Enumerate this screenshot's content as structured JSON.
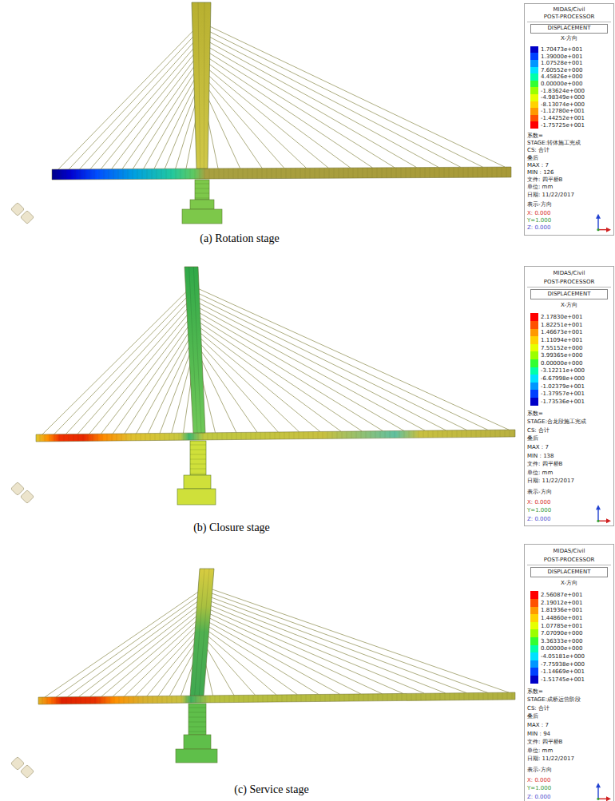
{
  "diagram": {
    "nodes": [
      {
        "text": [
          "MIDAS/Civil",
          "POST-PROCESSOR",
          "DISPLACEMENT",
          "X-方向",
          "系数=",
          "STAGE:转体施工完成",
          "CS: 合计",
          "叠后",
          "MAX : 7",
          "MIN : 126",
          "文件: 四平桥B",
          "单位: mm",
          "日期: 11/22/2017",
          "表示-方向",
          "X: 0.000",
          "Y=1.000",
          "Z: 0.000"
        ]
      },
      {
        "text": [
          "MIDAS/Civil",
          "POST-PROCESSOR",
          "DISPLACEMENT",
          "X-方向",
          "系数=",
          "STAGE:合龙段施工完成",
          "CS: 合计",
          "叠后",
          "MAX : 7",
          "MIN : 138",
          "文件: 四平桥B",
          "单位: mm",
          "日期: 11/22/2017",
          "表示-方向",
          "X: 0.000",
          "Y=1.000",
          "Z: 0.000"
        ]
      },
      {
        "text": [
          "MIDAS/Civil",
          "POST-PROCESSOR",
          "DISPLACEMENT",
          "X-方向",
          "系数=",
          "STAGE:成桥运营阶段",
          "CS: 合计",
          "叠后",
          "MAX : 7",
          "MIN : 94",
          "文件: 四平桥B",
          "单位: mm",
          "日期: 11/22/2017",
          "表示-方向",
          "X: 0.000",
          "Y=1.000",
          "Z: 0.000"
        ]
      }
    ],
    "labels": [
      "(a) Rotation stage",
      "(b) Closure stage",
      "(c) Service stage"
    ],
    "legend": [
      {
        "text": "1.70473e+001",
        "color": "#0000c8"
      },
      {
        "text": "1.39000e+001",
        "color": "#0041ff"
      },
      {
        "text": "1.07528e+001",
        "color": "#0096ff"
      },
      {
        "text": "7.60552e+000",
        "color": "#00e1ff"
      },
      {
        "text": "4.45826e+000",
        "color": "#00ffaa"
      },
      {
        "text": "0.00000e+000",
        "color": "#32ff32"
      },
      {
        "text": "-1.83624e+000",
        "color": "#9bff00"
      },
      {
        "text": "-4.98349e+000",
        "color": "#e6ff00"
      },
      {
        "text": "-8.13074e+000",
        "color": "#ffd200"
      },
      {
        "text": "-1.12780e+001",
        "color": "#ff9900"
      },
      {
        "text": "-1.44252e+001",
        "color": "#ff5000"
      },
      {
        "text": "-1.75725e+001",
        "color": "#ff0000"
      },
      {
        "text": "2.17830e+001",
        "color": "#ff0000"
      },
      {
        "text": "1.82251e+001",
        "color": "#ff5000"
      },
      {
        "text": "1.46673e+001",
        "color": "#ff9900"
      },
      {
        "text": "1.11094e+001",
        "color": "#ffd200"
      },
      {
        "text": "7.55152e+000",
        "color": "#e6ff00"
      },
      {
        "text": "3.99365e+000",
        "color": "#9bff00"
      },
      {
        "text": "0.00000e+000",
        "color": "#32ff32"
      },
      {
        "text": "-3.12211e+000",
        "color": "#00ffaa"
      },
      {
        "text": "-6.67998e+000",
        "color": "#00e1ff"
      },
      {
        "text": "-1.02379e+001",
        "color": "#0096ff"
      },
      {
        "text": "-1.37957e+001",
        "color": "#0041ff"
      },
      {
        "text": "-1.73536e+001",
        "color": "#0000c8"
      },
      {
        "text": "2.56087e+001",
        "color": "#ff0000"
      },
      {
        "text": "2.19012e+001",
        "color": "#ff5000"
      },
      {
        "text": "1.81936e+001",
        "color": "#ff9900"
      },
      {
        "text": "1.44860e+001",
        "color": "#ffd200"
      },
      {
        "text": "1.07785e+001",
        "color": "#e6ff00"
      },
      {
        "text": "7.07090e+000",
        "color": "#9bff00"
      },
      {
        "text": "3.36333e+000",
        "color": "#32ff32"
      },
      {
        "text": "0.00000e+000",
        "color": "#00ffaa"
      },
      {
        "text": "-4.05181e+000",
        "color": "#00e1ff"
      },
      {
        "text": "-7.75938e+000",
        "color": "#0096ff"
      },
      {
        "text": "-1.14669e+001",
        "color": "#0041ff"
      },
      {
        "text": "-1.51745e+001",
        "color": "#0000c8"
      }
    ]
  }
}
